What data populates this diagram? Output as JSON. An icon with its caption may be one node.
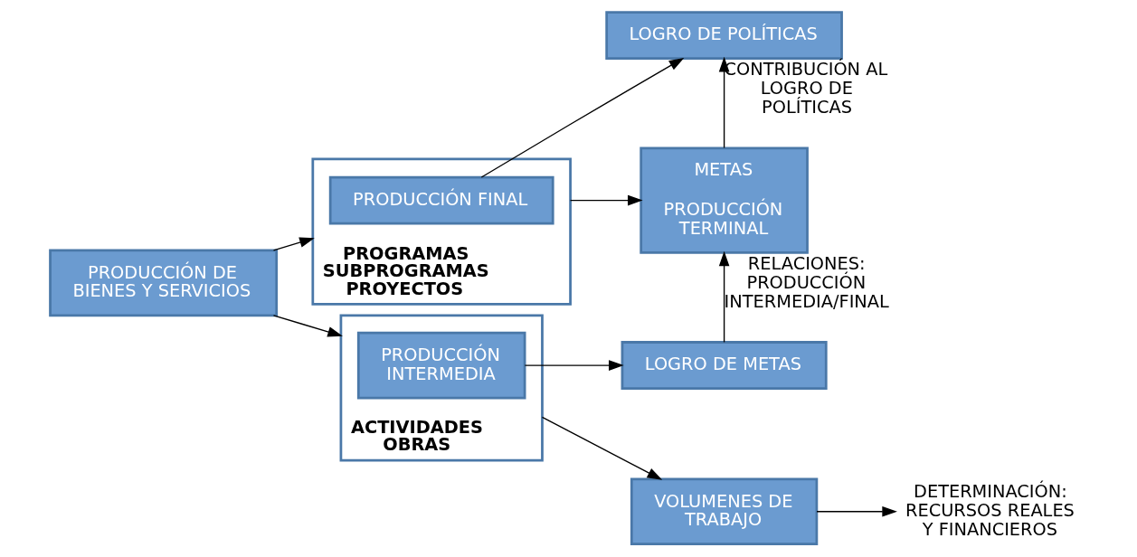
{
  "diagram": {
    "nodes": [
      {
        "text": [
          "PRODUCCIÓN DE BIENES Y SERVICIOS"
        ]
      },
      {
        "text": [
          "PROGRAMAS SUBPROGRAMAS PROYECTOS"
        ]
      },
      {
        "text": [
          "PRODUCCIÓN FINAL"
        ],
        "in": 1
      },
      {
        "text": [
          "LOGRO DE POLÍTICAS"
        ]
      },
      {
        "text": [
          "METAS",
          "PRODUCCIÓN TERMINAL"
        ]
      },
      {
        "text": [
          "ACTIVIDADES OBRAS"
        ]
      },
      {
        "text": [
          "PRODUCCIÓN INTERMEDIA"
        ],
        "in": 5
      },
      {
        "text": [
          "LOGRO DE METAS"
        ]
      },
      {
        "text": [
          "VOLUMENES DE TRABAJO"
        ]
      },
      {
        "text": [
          "DETERMINACIÓN: RECURSOS REALES Y FINANCIEROS"
        ]
      }
    ],
    "edges": [
      {
        "from": 0,
        "to": 1,
        "arrow": "to"
      },
      {
        "from": 0,
        "to": 5,
        "arrow": "to"
      },
      {
        "from": 2,
        "to": 3,
        "arrow": "to"
      },
      {
        "from": 1,
        "to": 4,
        "arrow": "to"
      },
      {
        "from": 6,
        "to": 7,
        "arrow": "to"
      },
      {
        "from": 5,
        "to": 8,
        "arrow": "to"
      },
      {
        "from": 4,
        "to": 3,
        "arrow": "to",
        "label": "CONTRIBUCIÓN AL LOGRO DE POLÍTICAS"
      },
      {
        "from": 7,
        "to": 4,
        "arrow": "to",
        "label": "RELACIONES: PRODUCCIÓN INTERMEDIA/FINAL"
      },
      {
        "from": 8,
        "to": 9,
        "arrow": "to"
      }
    ]
  }
}
